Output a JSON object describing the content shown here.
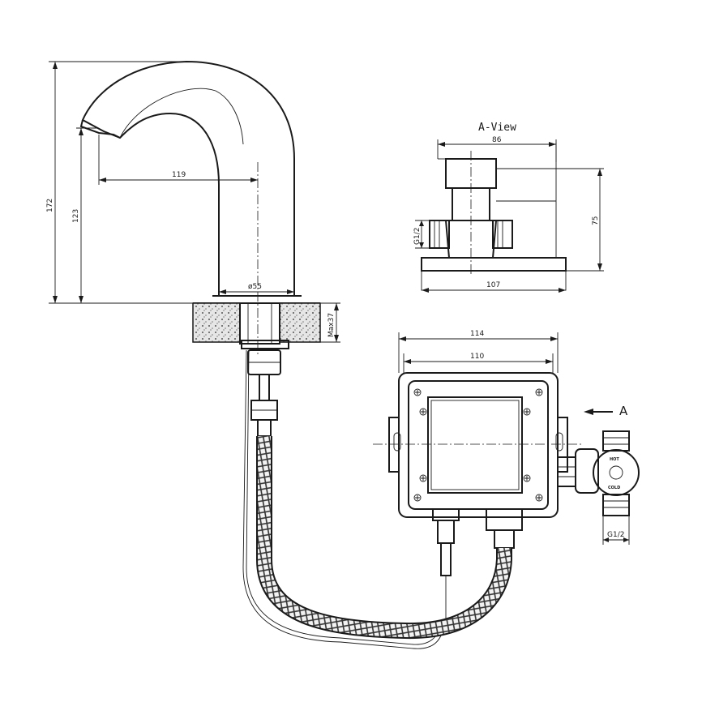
{
  "views": {
    "side_view": {
      "dimensions": {
        "height_total": "172",
        "outlet_height": "123",
        "reach": "119",
        "base_diameter": "ø55",
        "deck_thickness": "Max37"
      }
    },
    "a_view": {
      "title": "A-View",
      "dimensions": {
        "width_top": "86",
        "height": "75",
        "inlet_thread": "G1/2",
        "width_bottom": "107"
      }
    },
    "control_box": {
      "dimensions": {
        "outer_width": "114",
        "inner_width": "110"
      },
      "view_marker": "A",
      "valve": {
        "hot_label": "HOT",
        "cold_label": "COLD",
        "thread": "G1/2"
      }
    }
  },
  "colors": {
    "line": "#1a1a1a",
    "background": "#ffffff",
    "hatch_fill": "#d9d9d9"
  }
}
